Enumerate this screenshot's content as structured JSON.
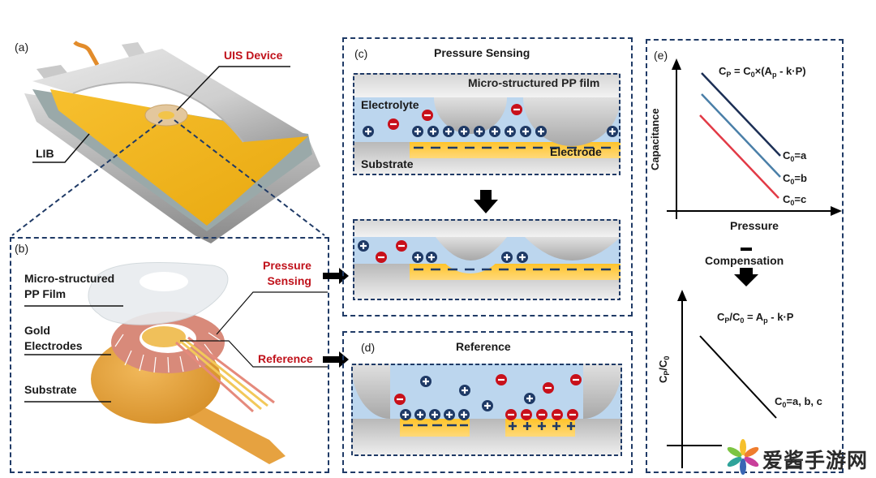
{
  "panels": {
    "a": {
      "tag": "(a)",
      "uis_device_label": "UIS Device",
      "lib_label": "LIB"
    },
    "b": {
      "tag": "(b)",
      "film_label_line1": "Micro-structured",
      "film_label_line2": "PP Film",
      "gold_label_line1": "Gold",
      "gold_label_line2": "Electrodes",
      "substrate_label": "Substrate",
      "pressure_label_line1": "Pressure",
      "pressure_label_line2": "Sensing",
      "reference_label": "Reference"
    },
    "c": {
      "tag": "(c)",
      "title": "Pressure Sensing",
      "film_label": "Micro-structured PP film",
      "electrolyte_label": "Electrolyte",
      "electrode_label": "Electrode",
      "substrate_label": "Substrate"
    },
    "d": {
      "tag": "(d)",
      "title": "Reference"
    },
    "e": {
      "tag": "(e)",
      "top_equation": "CP = C0×(Ap - k·P)",
      "top_ylabel": "Capacitance",
      "top_xlabel": "Pressure",
      "series": [
        {
          "name": "C0=a",
          "color": "#1c2f55"
        },
        {
          "name": "C0=b",
          "color": "#4a7fa8"
        },
        {
          "name": "C0=c",
          "color": "#e23a46"
        }
      ],
      "compensation_label": "Compensation",
      "bottom_equation": "CP/C0 = Ap - k·P",
      "bottom_ylabel": "CP/C0",
      "bottom_series_label": "C0=a, b, c"
    }
  },
  "watermark": {
    "text": "爱酱手游网"
  },
  "colors": {
    "dash_border": "#1f3a66",
    "accent_red": "#c0121b",
    "electrolyte": "#bcd6ee",
    "electrode": "#ffc83a",
    "cation": "#1f3a66",
    "anion": "#c8101a"
  }
}
